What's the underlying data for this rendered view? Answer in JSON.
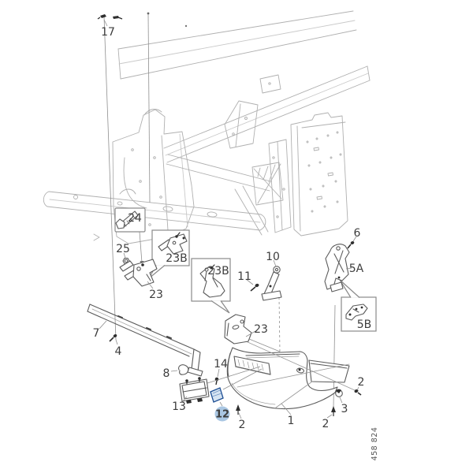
{
  "diagram": {
    "type": "exploded-parts-diagram",
    "subject": "rear bumper and body frame",
    "watermark": "458 824",
    "highlighted_callout": "12",
    "colors": {
      "background": "#ffffff",
      "frame_line": "#b0b0b0",
      "part_line": "#5a5a5a",
      "label_text": "#3d3d3d",
      "box_border": "#8a8a8a",
      "leader_line": "#8f8f8f",
      "fastener_fill": "#2e2e2e",
      "highlight_badge_fill": "#aac7e3",
      "highlight_badge_text": "#2a5d9f",
      "highlight_part_fill": "#d6e4f2",
      "highlight_part_stroke": "#1d4e94"
    },
    "callouts": [
      {
        "label": "17",
        "boxed": false
      },
      {
        "label": "24",
        "boxed": true
      },
      {
        "label": "25",
        "boxed": false
      },
      {
        "label": "23B",
        "boxed": true
      },
      {
        "label": "23B",
        "boxed": true
      },
      {
        "label": "23",
        "boxed": false
      },
      {
        "label": "23",
        "boxed": false
      },
      {
        "label": "11",
        "boxed": false
      },
      {
        "label": "10",
        "boxed": false
      },
      {
        "label": "6",
        "boxed": false
      },
      {
        "label": "5A",
        "boxed": false
      },
      {
        "label": "5B",
        "boxed": true
      },
      {
        "label": "7",
        "boxed": false
      },
      {
        "label": "4",
        "boxed": false
      },
      {
        "label": "8",
        "boxed": false
      },
      {
        "label": "14",
        "boxed": false
      },
      {
        "label": "13",
        "boxed": false
      },
      {
        "label": "12",
        "boxed": false,
        "highlighted": true
      },
      {
        "label": "1",
        "boxed": false
      },
      {
        "label": "2",
        "boxed": false
      },
      {
        "label": "2",
        "boxed": false
      },
      {
        "label": "2",
        "boxed": false
      },
      {
        "label": "3",
        "boxed": false
      }
    ]
  }
}
